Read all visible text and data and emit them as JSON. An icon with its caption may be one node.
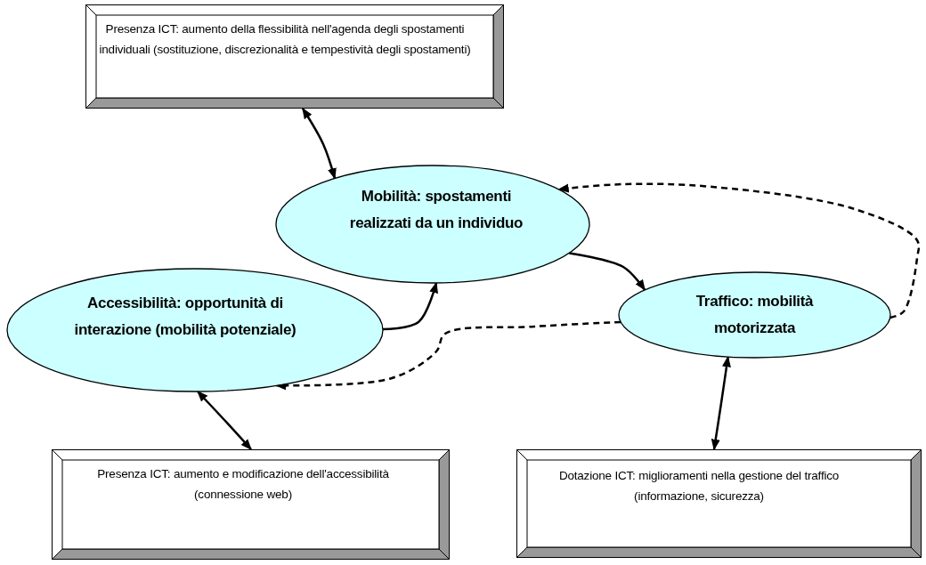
{
  "diagram": {
    "nodes": [
      {
        "text": [
          "Presenza ICT: aumento della flessibilità nell'agenda degli spostamenti individuali (sostituzione, discrezionalità e tempestività degli spostamenti)"
        ]
      },
      {
        "text": [
          "Mobilità: spostamenti realizzati da un individuo"
        ]
      },
      {
        "text": [
          "Accessibilità: opportunità di interazione (mobilità potenziale)"
        ]
      },
      {
        "text": [
          "Traffico: mobilità motorizzata"
        ]
      },
      {
        "text": [
          "Presenza ICT: aumento e modificazione dell'accessibilità (connessione web)"
        ]
      },
      {
        "text": [
          "Dotazione ICT: miglioramenti nella gestione del traffico (informazione, sicurezza)"
        ]
      }
    ],
    "edges": [
      {
        "from": 0,
        "to": 1,
        "arrow": "both"
      },
      {
        "from": 2,
        "to": 1,
        "arrow": "to"
      },
      {
        "from": 1,
        "to": 3,
        "arrow": "to"
      },
      {
        "from": 3,
        "to": 1,
        "arrow": "to",
        "style": "dashed"
      },
      {
        "from": 3,
        "to": 2,
        "arrow": "to",
        "style": "dashed"
      },
      {
        "from": 2,
        "to": 4,
        "arrow": "both"
      },
      {
        "from": 3,
        "to": 5,
        "arrow": "both"
      }
    ]
  }
}
